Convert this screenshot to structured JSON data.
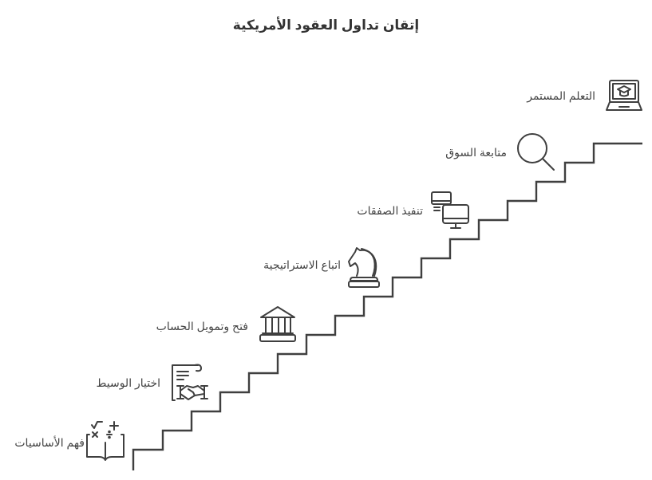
{
  "title": "إتقان تداول العقود الأمريكية",
  "colors": {
    "line": "#3f3f3f",
    "text": "#444444",
    "background": "#ffffff"
  },
  "steps": [
    {
      "order": 1,
      "label": "فهم الأساسيات",
      "icon": "book-math-icon"
    },
    {
      "order": 2,
      "label": "اختيار الوسيط",
      "icon": "contract-handshake-icon"
    },
    {
      "order": 3,
      "label": "فتح وتمويل الحساب",
      "icon": "bank-icon"
    },
    {
      "order": 4,
      "label": "اتباع الاستراتيجية",
      "icon": "chess-knight-icon"
    },
    {
      "order": 5,
      "label": "تنفيذ الصفقات",
      "icon": "computers-icon"
    },
    {
      "order": 6,
      "label": "متابعة السوق",
      "icon": "magnifier-icon"
    },
    {
      "order": 7,
      "label": "التعلم المستمر",
      "icon": "laptop-graduation-icon"
    }
  ]
}
